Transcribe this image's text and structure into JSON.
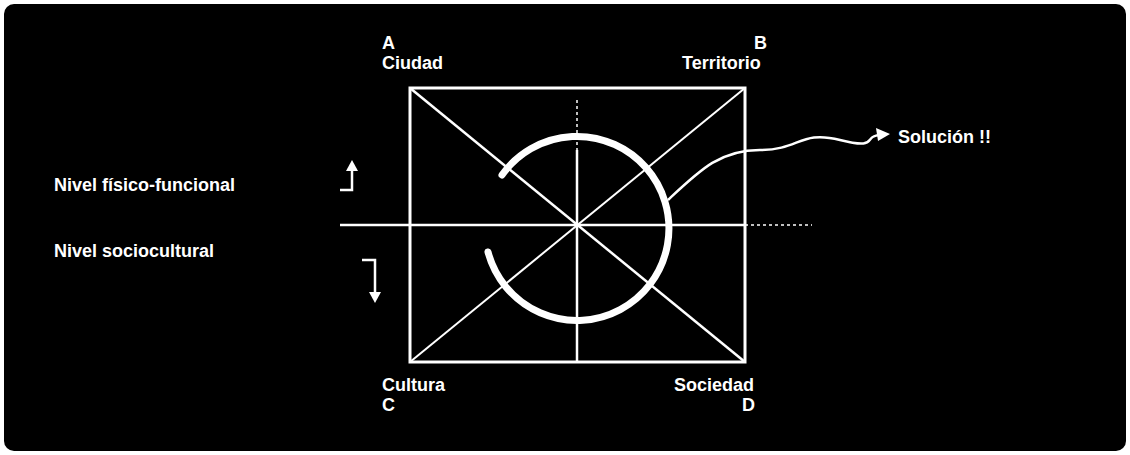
{
  "diagram": {
    "labels": [
      "A",
      "Ciudad",
      "B",
      "Territorio",
      "Nivel físico-funcional",
      "Nivel sociocultural",
      "Cultura",
      "C",
      "Sociedad",
      "D",
      "Solución !!"
    ]
  }
}
